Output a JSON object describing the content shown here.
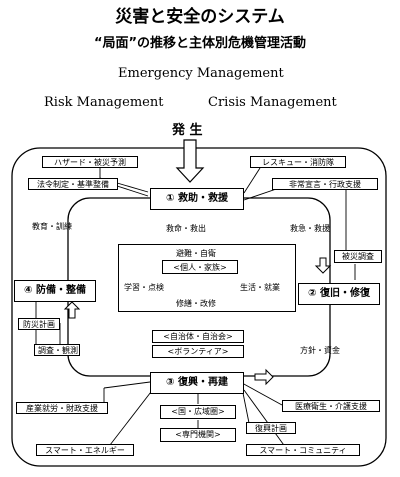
{
  "header": {
    "title": "災害と安全のシステム",
    "subtitle": "“局面”の推移と主体別危機管理活動",
    "en_emergency": "Emergency  Management",
    "en_risk": "Risk  Management",
    "en_crisis": "Crisis  Management",
    "occurrence": "発 生"
  },
  "phases": {
    "p1": "① 救助・救援",
    "p2": "② 復旧・修復",
    "p3": "③ 復興・再建",
    "p4": "④ 防備・整備"
  },
  "boxes": {
    "hazard": "ハザード・被災予測",
    "law": "法令制定・基準整備",
    "rescue_fire": "レスキュー・消防隊",
    "emergency_decl": "非常宣言・行政支援",
    "disaster_survey": "被災調査",
    "bousai_plan": "防災計画",
    "survey_obs": "調査・観測",
    "industry": "産業就労・財政支援",
    "smart_energy": "スマート・エネルギー",
    "medical": "医療衛生・介護支援",
    "reconstruction_plan": "復興計画",
    "smart_community": "スマート・コミュニティ",
    "individual": "<個人・家族>",
    "self_gov": "<自治体・自治会>",
    "volunteer": "<ボランティア>",
    "national": "<国・広域圏>",
    "experts": "<専門機関>"
  },
  "labels": {
    "education": "教育・訓練",
    "rescue_relief": "救命・救出",
    "emergency_relief": "救急・救援",
    "policy_fund": "方針・資金",
    "evacuation": "避難・自衛",
    "learning": "学習・点検",
    "living": "生活・就業",
    "repair": "修繕・改修"
  }
}
